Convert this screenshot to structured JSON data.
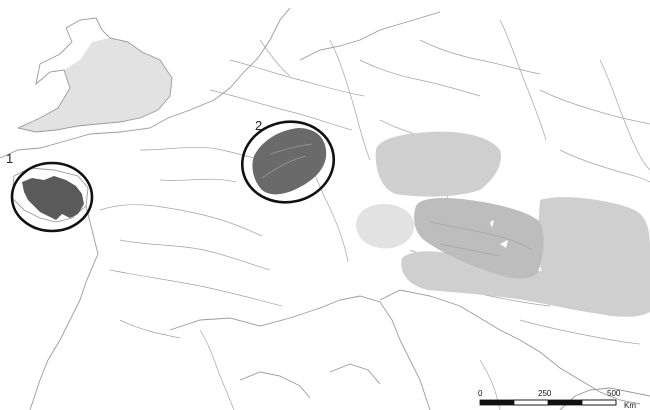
{
  "map": {
    "region_labels": [
      "1",
      "2"
    ],
    "scale_bar": {
      "ticks": [
        "0",
        "250",
        "500"
      ],
      "unit": "Km"
    },
    "colors": {
      "region_fill": "#5f5f5f",
      "zone_fill": "#c8c8c8",
      "zone_fill_light": "#e2e2e2",
      "circle_stroke": "#111111",
      "line_color": "#a3a3a3"
    }
  }
}
